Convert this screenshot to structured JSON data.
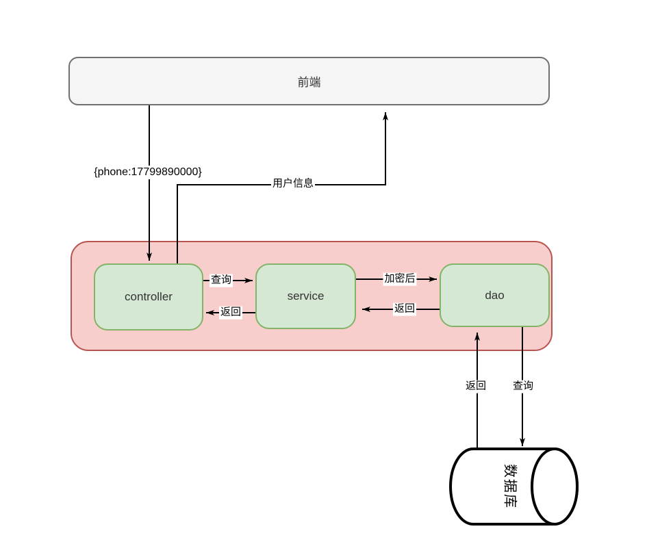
{
  "diagram": {
    "nodes": {
      "frontend": {
        "label": "前端"
      },
      "controller": {
        "label": "controller"
      },
      "service": {
        "label": "service"
      },
      "dao": {
        "label": "dao"
      },
      "database": {
        "label": "数据库"
      }
    },
    "edges": [
      {
        "from": "frontend",
        "to": "controller",
        "label": "{phone:17799890000}"
      },
      {
        "from": "controller",
        "to": "frontend",
        "label": "用户信息"
      },
      {
        "from": "controller",
        "to": "service",
        "label": "查询"
      },
      {
        "from": "service",
        "to": "controller",
        "label": "返回"
      },
      {
        "from": "service",
        "to": "dao",
        "label": "加密后"
      },
      {
        "from": "dao",
        "to": "service",
        "label": "返回"
      },
      {
        "from": "database",
        "to": "dao",
        "label": "返回"
      },
      {
        "from": "dao",
        "to": "database",
        "label": "查询"
      }
    ],
    "colors": {
      "frontend_fill": "#f5f5f5",
      "frontend_border": "#707070",
      "layer_fill": "#f8cecc",
      "layer_border": "#b85450",
      "component_fill": "#d5e8d4",
      "component_border": "#82b366",
      "line": "#000000",
      "text": "#333333"
    }
  }
}
